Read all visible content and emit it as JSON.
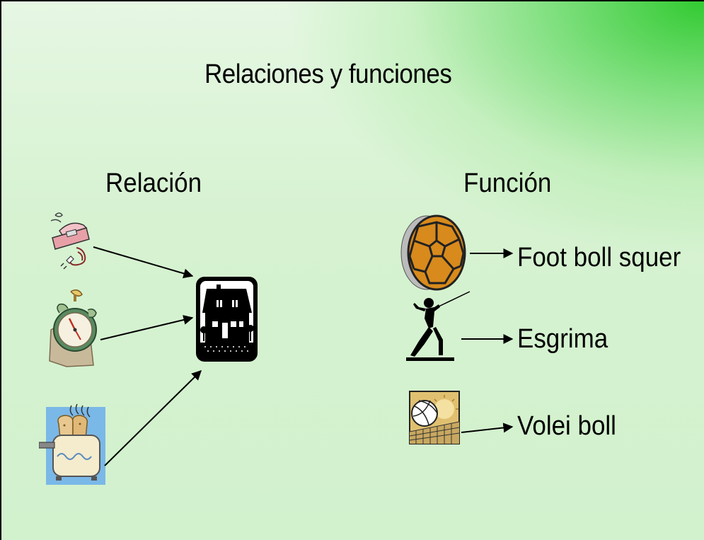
{
  "slide": {
    "title": "Relaciones y funciones",
    "relation": {
      "heading": "Relación",
      "domain_items": [
        {
          "icon": "iron-icon"
        },
        {
          "icon": "clock-icon"
        },
        {
          "icon": "toaster-icon"
        }
      ],
      "range_item": {
        "icon": "house-icon"
      }
    },
    "function": {
      "heading": "Función",
      "pairs": [
        {
          "icon": "soccer-ball-icon",
          "label": "Foot  boll squer"
        },
        {
          "icon": "fencer-icon",
          "label": "Esgrima"
        },
        {
          "icon": "volleyball-icon",
          "label": "Volei boll"
        }
      ]
    }
  },
  "colors": {
    "background_light": "#d6f2d1",
    "background_accent": "#2ecc2e",
    "text": "#000000"
  }
}
